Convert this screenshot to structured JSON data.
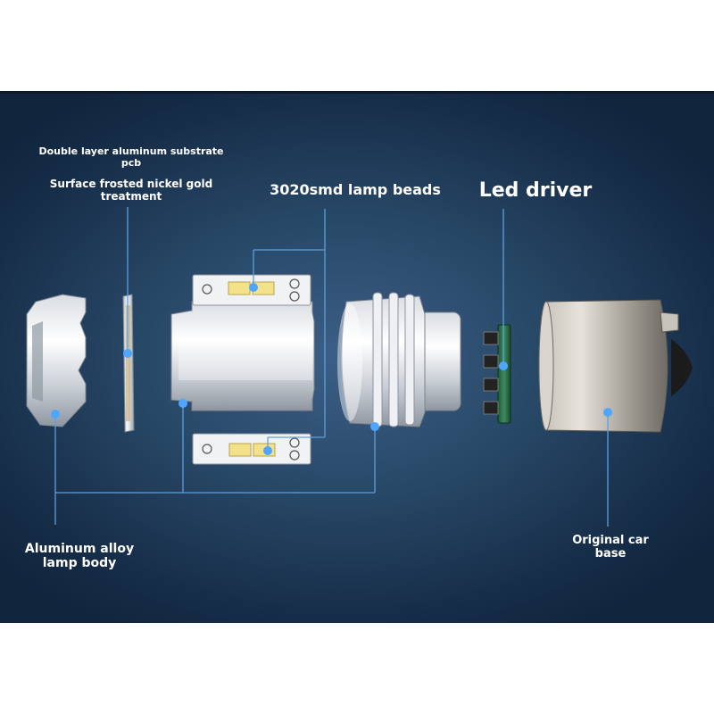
{
  "labels": {
    "substrate_line1": "Double layer aluminum substrate",
    "substrate_line2": "pcb",
    "surface_line1": "Surface frosted nickel gold",
    "surface_line2": "treatment",
    "lamp_beads": "3020smd lamp beads",
    "led_driver": "Led driver",
    "alloy_line1": "Aluminum alloy",
    "alloy_line2": "lamp body",
    "base_line1": "Original car",
    "base_line2": "base"
  },
  "colors": {
    "callout_line": "#5aa0e0",
    "callout_dot": "#4fa6ff",
    "background_center": "#3d5f86",
    "background_edge": "#10243c"
  }
}
